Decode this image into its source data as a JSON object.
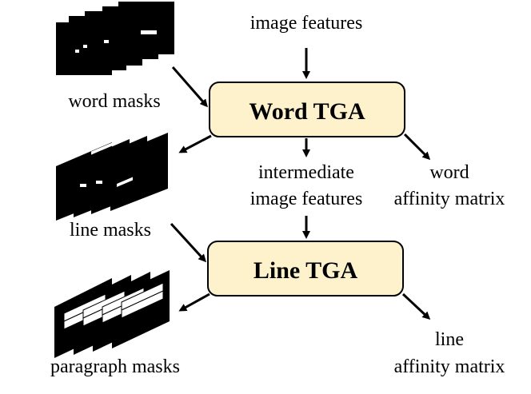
{
  "labels": {
    "image_features": "image features",
    "word_masks": "word masks",
    "intermediate_line1": "intermediate",
    "intermediate_line2": "image features",
    "word_affinity_line1": "word",
    "word_affinity_line2": "affinity matrix",
    "line_masks": "line masks",
    "paragraph_masks": "paragraph masks",
    "line_affinity_line1": "line",
    "line_affinity_line2": "affinity matrix"
  },
  "boxes": {
    "word_tga": "Word TGA",
    "line_tga": "Line TGA"
  },
  "colors": {
    "box_fill": "#fdf2cc",
    "box_stroke": "#000000",
    "mask_fill": "#000000",
    "mask_text": "#ffffff"
  }
}
